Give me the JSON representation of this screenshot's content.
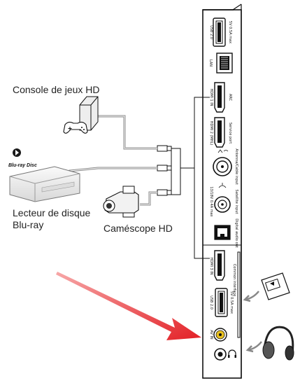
{
  "devices": {
    "console": {
      "label": "Console de jeux HD",
      "icon": "game-console-icon"
    },
    "bluray": {
      "label_line1": "Lecteur de disque",
      "label_line2": "Blu-ray",
      "logo": "Blu-ray Disc",
      "icon": "bluray-player-icon"
    },
    "camcorder": {
      "label": "Caméscope HD",
      "icon": "camcorder-icon"
    },
    "card": {
      "icon": "common-interface-card-icon"
    },
    "headphones": {
      "icon": "headphones-icon"
    }
  },
  "panel": {
    "ports": [
      {
        "id": "usb1",
        "text": "USB 2.0",
        "sub": "5V 0.5A max",
        "icon": "usb-port-icon"
      },
      {
        "id": "lan",
        "text": "LAN",
        "icon": "lan-port-icon"
      },
      {
        "id": "hdmi1",
        "text": "HDMI 1 IN",
        "sub": "ARC",
        "icon": "hdmi-port-icon"
      },
      {
        "id": "hdmi2",
        "text": "HDMI 2 (MHL)",
        "sub": "Service port",
        "icon": "hdmi-port-icon"
      },
      {
        "id": "av",
        "text": "Antenna/Cable input",
        "icon": "coax-port-icon"
      },
      {
        "id": "sat",
        "text": "Satellite input",
        "sub": "13/18V  0.4A max",
        "icon": "coax-port-icon"
      },
      {
        "id": "optical",
        "text": "Digital audio out",
        "icon": "optical-port-icon"
      },
      {
        "id": "hdmi3",
        "text": "HDMI 3 IN",
        "icon": "hdmi-port-icon"
      },
      {
        "id": "ci",
        "text": "Common interface",
        "icon": "card-slot-icon"
      },
      {
        "id": "usb2",
        "text": "USB 2.0",
        "sub": "5V 0.5A max",
        "icon": "usb-port-icon"
      },
      {
        "id": "rca",
        "text": "AV IN",
        "icon": "rca-port-icon"
      },
      {
        "id": "hp",
        "text": "Headphone",
        "icon": "headphone-jack-icon"
      }
    ]
  },
  "colors": {
    "line": "#111111",
    "cable": "#808080",
    "arrow": "#e32026",
    "rca_ring": "#e8c020",
    "device_fill": "#f2f2f2"
  }
}
